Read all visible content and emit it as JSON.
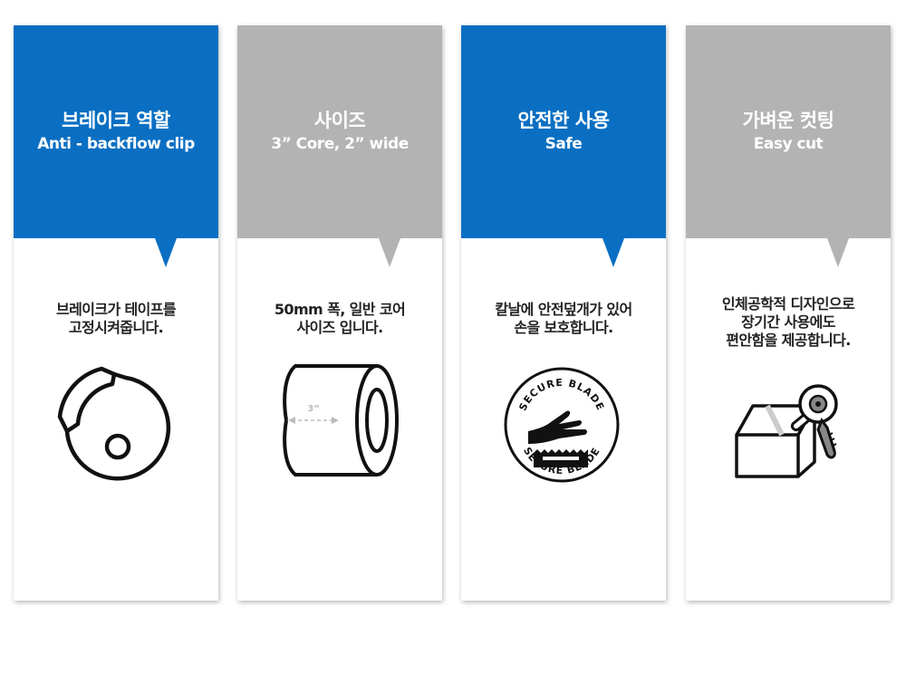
{
  "cards": [
    {
      "title_ko": "브레이크 역할",
      "title_en": "Anti - backflow clip",
      "color": "#0a6fc2",
      "desc": [
        "브레이크가 테이프를",
        "고정시켜줍니다."
      ],
      "icon": "brake-clip-icon"
    },
    {
      "title_ko": "사이즈",
      "title_en": "3” Core, 2” wide",
      "color": "#b3b3b3",
      "desc": [
        "50mm 폭, 일반 코어",
        "사이즈 입니다."
      ],
      "icon": "tape-roll-icon",
      "icon_label": "3”"
    },
    {
      "title_ko": "안전한 사용",
      "title_en": "Safe",
      "color": "#0a6fc2",
      "desc": [
        "칼날에 안전덮개가 있어",
        "손을 보호합니다."
      ],
      "icon": "secure-blade-icon",
      "badge_text": "SECURE BLADE"
    },
    {
      "title_ko": "가벼운 컷팅",
      "title_en": "Easy cut",
      "color": "#b3b3b3",
      "desc": [
        "인체공학적 디자인으로",
        "장기간 사용에도",
        "편안함을 제공합니다."
      ],
      "icon": "box-dispenser-icon"
    }
  ]
}
